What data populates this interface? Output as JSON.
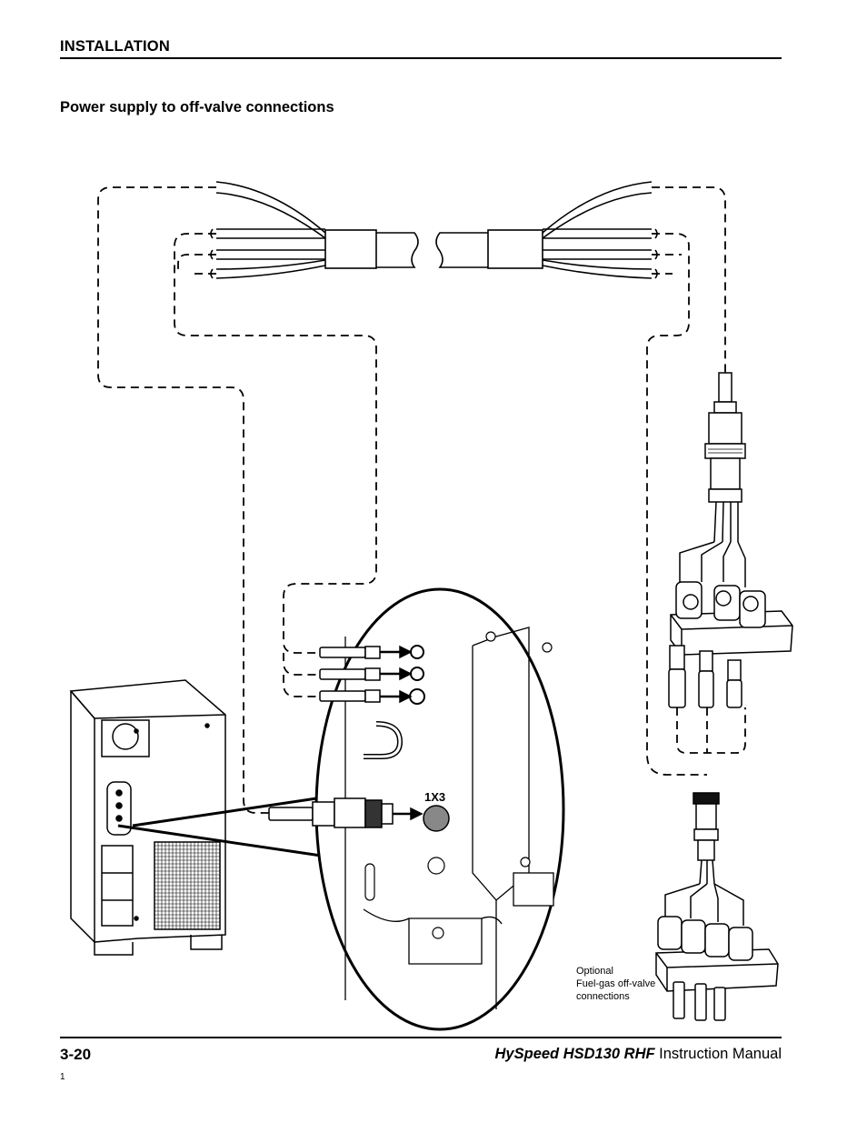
{
  "header": {
    "section": "INSTALLATION",
    "subsection": "Power supply to off-valve connections"
  },
  "figure": {
    "connector_label": "1X3",
    "fuel_gas_note": {
      "line1": "Optional",
      "line2": "Fuel-gas off-valve",
      "line3": "connections"
    }
  },
  "footer": {
    "page_number": "3-20",
    "product": "HySpeed HSD130 RHF",
    "manual": "Instruction Manual",
    "revision": "1"
  }
}
